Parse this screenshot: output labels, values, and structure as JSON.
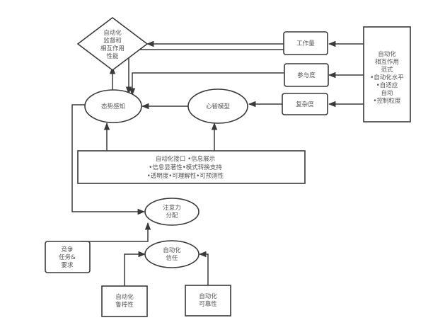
{
  "diagram": {
    "nodes": {
      "performance": {
        "shape": "diamond",
        "lines": [
          "自动化",
          "监督和",
          "相互作用",
          "性能"
        ]
      },
      "workload": {
        "shape": "rounded-rect",
        "lines": [
          "工作量"
        ]
      },
      "engagement": {
        "shape": "rounded-rect",
        "lines": [
          "参与度"
        ]
      },
      "complexity": {
        "shape": "rounded-rect",
        "lines": [
          "复杂度"
        ]
      },
      "interaction_paradigm": {
        "shape": "rect",
        "lines": [
          "自动化",
          "相互作用",
          "范式",
          "•自动化水平",
          "•自适应",
          "自动",
          "•控制粒度"
        ]
      },
      "situation_awareness": {
        "shape": "ellipse",
        "lines": [
          "态势感知"
        ]
      },
      "mental_model": {
        "shape": "ellipse",
        "lines": [
          "心智模型"
        ]
      },
      "automation_interface": {
        "shape": "rect",
        "lines": [
          "自动化接口 •信息展示",
          "•信息显著性•模式转换支持",
          "•透明度•可理解性•可预测性"
        ]
      },
      "attention_allocation": {
        "shape": "ellipse",
        "lines": [
          "注意力",
          "分配"
        ]
      },
      "competing_tasks": {
        "shape": "rounded-rect",
        "lines": [
          "竞争",
          "任务&",
          "要求"
        ]
      },
      "automation_trust": {
        "shape": "ellipse",
        "lines": [
          "自动化",
          "信任"
        ]
      },
      "automation_robustness": {
        "shape": "rect",
        "lines": [
          "自动化",
          "鲁棒性"
        ]
      },
      "automation_reliability": {
        "shape": "rect",
        "lines": [
          "自动化",
          "可靠性"
        ]
      }
    },
    "edges": [
      {
        "from": "interaction_paradigm",
        "to": "workload"
      },
      {
        "from": "interaction_paradigm",
        "to": "engagement"
      },
      {
        "from": "interaction_paradigm",
        "to": "complexity"
      },
      {
        "from": "workload",
        "to": "performance"
      },
      {
        "from": "workload",
        "to": "situation_awareness"
      },
      {
        "from": "engagement",
        "to": "situation_awareness"
      },
      {
        "from": "complexity",
        "to": "mental_model"
      },
      {
        "from": "mental_model",
        "to": "situation_awareness"
      },
      {
        "from": "situation_awareness",
        "to": "performance"
      },
      {
        "from": "automation_interface",
        "to": "situation_awareness"
      },
      {
        "from": "automation_interface",
        "to": "mental_model"
      },
      {
        "from": "situation_awareness",
        "to": "attention_allocation"
      },
      {
        "from": "competing_tasks",
        "to": "attention_allocation"
      },
      {
        "from": "automation_robustness",
        "to": "automation_trust"
      },
      {
        "from": "automation_reliability",
        "to": "automation_trust"
      }
    ],
    "colors": {
      "stroke": "#3a3a3a",
      "text": "#555555",
      "background": "#ffffff"
    }
  }
}
